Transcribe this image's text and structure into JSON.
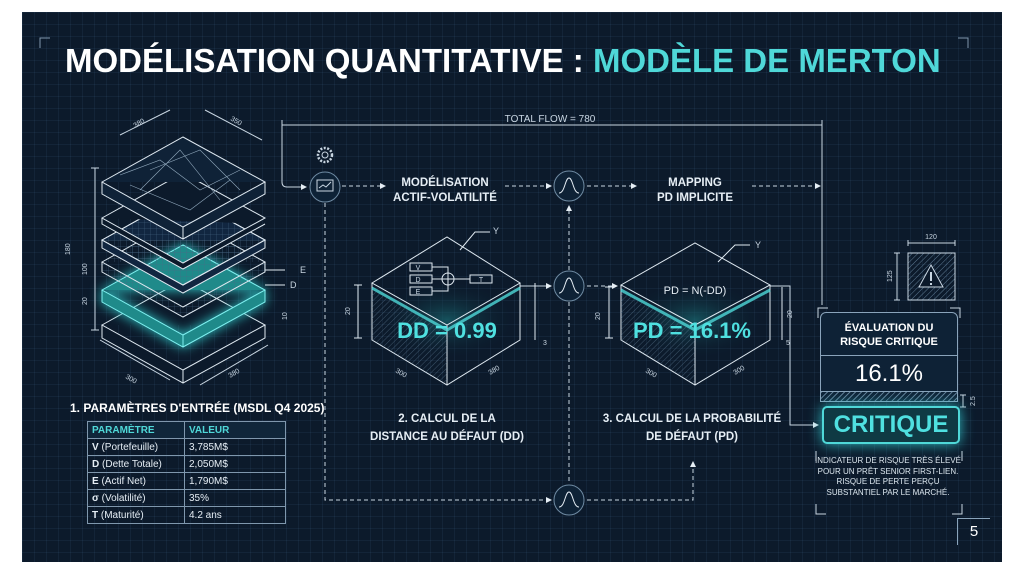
{
  "title": {
    "part1": "MODÉLISATION QUANTITATIVE : ",
    "part2": "MODÈLE DE MERTON"
  },
  "flow": {
    "total_label": "TOTAL FLOW = 780",
    "step_a": [
      "MODÉLISATION",
      "ACTIF-VOLATILITÉ"
    ],
    "step_b": [
      "MAPPING",
      "PD IMPLICITE"
    ]
  },
  "stack": {
    "dims": {
      "top_left": "380",
      "top_right": "350",
      "height_total": "180",
      "mid": "100",
      "low": "20",
      "base_side": "10",
      "bottom_left": "300",
      "bottom_right": "380"
    },
    "labels": {
      "e": "E",
      "d": "D"
    }
  },
  "params": {
    "heading": "1. PARAMÈTRES D'ENTRÉE (MSDL Q4 2025)",
    "columns": [
      "PARAMÈTRE",
      "VALEUR"
    ],
    "rows": [
      {
        "sym": "V",
        "name": " (Portefeuille)",
        "value": "3,785M$"
      },
      {
        "sym": "D",
        "name": " (Dette Totale)",
        "value": "2,050M$"
      },
      {
        "sym": "E",
        "name": " (Actif Net)",
        "value": "1,790M$"
      },
      {
        "sym": "σ",
        "name": " (Volatilité)",
        "value": "35%"
      },
      {
        "sym": "T",
        "name": " (Maturité)",
        "value": "4.2 ans"
      }
    ]
  },
  "dd": {
    "value_label": "DD = 0.99",
    "inputs": [
      "V",
      "D",
      "E"
    ],
    "output": "T",
    "axis": "Y",
    "dims": {
      "h": "20",
      "left": "300",
      "right": "380",
      "side": "3"
    },
    "caption": [
      "2. CALCUL DE LA",
      "DISTANCE AU DÉFAUT (DD)"
    ]
  },
  "pd": {
    "formula": "PD = N(-DD)",
    "value_label": "PD = 16.1%",
    "axis": "Y",
    "dims": {
      "h": "20",
      "right_h": "20",
      "left": "300",
      "right": "300",
      "side": "5"
    },
    "caption": [
      "3. CALCUL DE LA PROBABILITÉ",
      "DE DÉFAUT (PD)"
    ]
  },
  "risk": {
    "warn_dims": {
      "w": "120",
      "h": "125"
    },
    "header": [
      "ÉVALUATION DU",
      "RISQUE CRITIQUE"
    ],
    "value": "16.1%",
    "hatch_dim": "2.5",
    "status": "CRITIQUE",
    "description": "INDICATEUR DE RISQUE TRÈS ÉLEVÉ POUR UN PRÊT SENIOR FIRST-LIEN. RISQUE DE PERTE PERÇU SUBSTANTIEL PAR LE MARCHÉ."
  },
  "page_number": "5",
  "colors": {
    "background": "#0c1a2b",
    "accent": "#4fd8d8",
    "line": "#c9d6e2"
  }
}
